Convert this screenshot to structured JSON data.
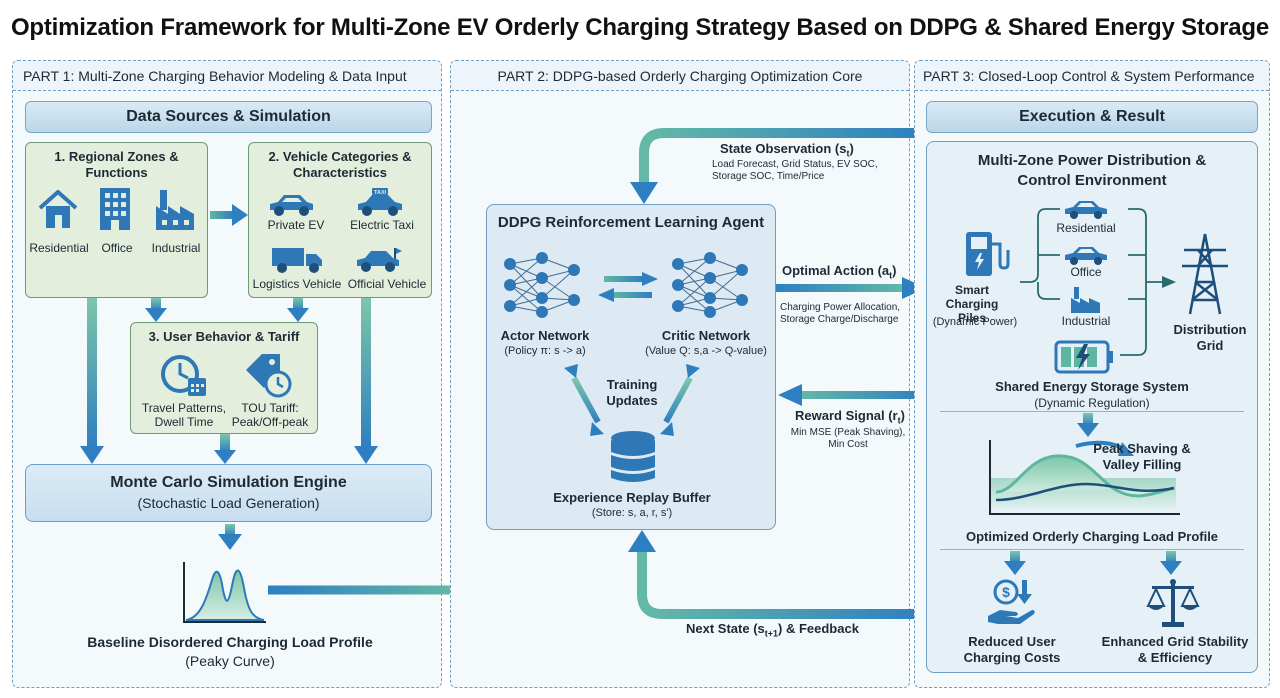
{
  "title": "Optimization Framework for Multi-Zone EV Orderly Charging Strategy Based on DDPG & Shared Energy Storage",
  "part1": {
    "header": "PART 1: Multi-Zone Charging Behavior Modeling & Data Input",
    "banner": "Data Sources & Simulation",
    "zones": {
      "title": "1. Regional Zones & Functions",
      "items": [
        "Residential",
        "Office",
        "Industrial"
      ]
    },
    "vehicles": {
      "title": "2. Vehicle Categories & Characteristics",
      "items": [
        "Private EV",
        "Electric Taxi",
        "Logistics Vehicle",
        "Official Vehicle"
      ],
      "taxi_sign": "TAXI"
    },
    "behavior": {
      "title": "3. User Behavior & Tariff",
      "items": [
        "Travel Patterns, Dwell Time",
        "TOU Tariff: Peak/Off-peak"
      ]
    },
    "monte_carlo": {
      "title": "Monte Carlo Simulation Engine",
      "subtitle": "(Stochastic Load Generation)"
    },
    "baseline": {
      "title": "Baseline Disordered Charging Load Profile",
      "subtitle": "(Peaky Curve)"
    }
  },
  "part2": {
    "header": "PART 2: DDPG-based Orderly Charging Optimization Core",
    "agent_title": "DDPG Reinforcement Learning Agent",
    "actor": {
      "title": "Actor Network",
      "subtitle": "(Policy π: s -> a)"
    },
    "critic": {
      "title": "Critic Network",
      "subtitle": "(Value Q: s,a -> Q-value)"
    },
    "training": "Training Updates",
    "replay": {
      "title": "Experience Replay Buffer",
      "subtitle": "(Store: s, a, r, s')"
    },
    "state_obs": {
      "title": "State Observation (s",
      "sub": "t",
      "close": ")",
      "desc": "Load Forecast, Grid Status, EV SOC, Storage SOC, Time/Price"
    },
    "action": {
      "title": "Optimal Action (a",
      "sub": "t",
      "close": ")",
      "desc": "Charging Power Allocation, Storage Charge/Discharge"
    },
    "reward": {
      "title": "Reward Signal (r",
      "sub": "t",
      "close": ")",
      "desc": "Min MSE (Peak Shaving), Min Cost"
    },
    "next_state": {
      "title": "Next State (s",
      "sub": "t+1",
      "close": ") & Feedback"
    }
  },
  "part3": {
    "header": "PART 3: Closed-Loop Control & System Performance",
    "banner": "Execution & Result",
    "env_title": "Multi-Zone Power Distribution & Control Environment",
    "piles": {
      "title": "Smart Charging Piles",
      "subtitle": "(Dynamic Power)"
    },
    "zones": [
      "Residential",
      "Office",
      "Industrial"
    ],
    "grid": "Distribution Grid",
    "storage": {
      "title": "Shared Energy Storage System",
      "subtitle": "(Dynamic Regulation)"
    },
    "peak": "Peak Shaving & Valley Filling",
    "optimized": "Optimized Orderly Charging Load Profile",
    "results": [
      "Reduced User Charging Costs",
      "Enhanced Grid Stability & Efficiency"
    ]
  },
  "colors": {
    "accent_blue": "#2e7fc1",
    "green_box": "#e3eedc",
    "blue_box": "#dcebf6",
    "icon_blue": "#2f78b7"
  }
}
